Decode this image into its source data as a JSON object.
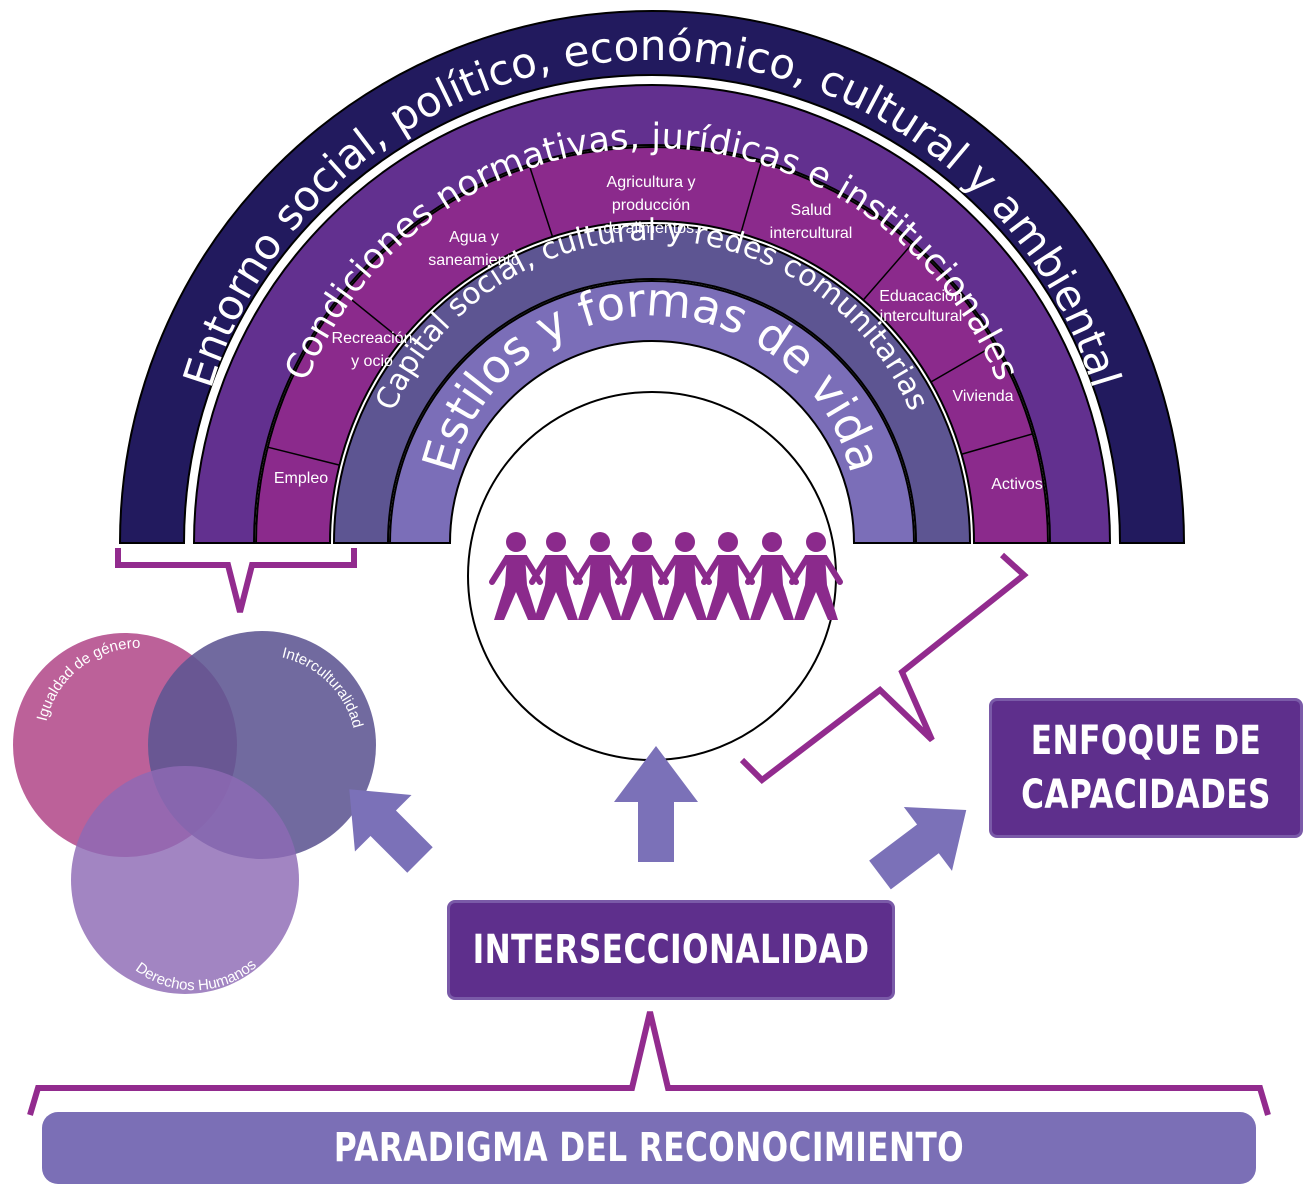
{
  "rings": {
    "entorno": "Entorno social, político, económico, cultural y ambiental",
    "condiciones": "Condiciones normativas, jurídicas e institucionales",
    "capital": "Capital social, cultural y redes comunitarias",
    "estilos": "Estilos y formas de vida"
  },
  "segments": [
    [
      "Empleo"
    ],
    [
      "Recreación",
      "y ocio"
    ],
    [
      "Agua y",
      "saneamiento"
    ],
    [
      "Agricultura y",
      "producción",
      "de alimentos."
    ],
    [
      "Salud",
      "intercultural"
    ],
    [
      "Eduacación",
      "intercultural"
    ],
    [
      "Vivienda"
    ],
    [
      "Activos"
    ]
  ],
  "venn": {
    "genero": "Igualdad de género",
    "intercultural": "Interculturalidad",
    "derechos": "Derechos Humanos"
  },
  "boxes": {
    "interseccionalidad": "INTERSECCIONALIDAD",
    "enfoque": "ENFOQUE DE\nCAPACIDADES",
    "paradigma": "PARADIGMA DEL RECONOCIMIENTO"
  },
  "colors": {
    "outer_ring": "#221a5e",
    "condiciones_ring": "#62308f",
    "segments": "#8b2a8c",
    "capital_ring": "#5d5592",
    "estilos_ring": "#7b6eb8",
    "accent": "#922b8e",
    "arrow": "#7b71b8"
  }
}
